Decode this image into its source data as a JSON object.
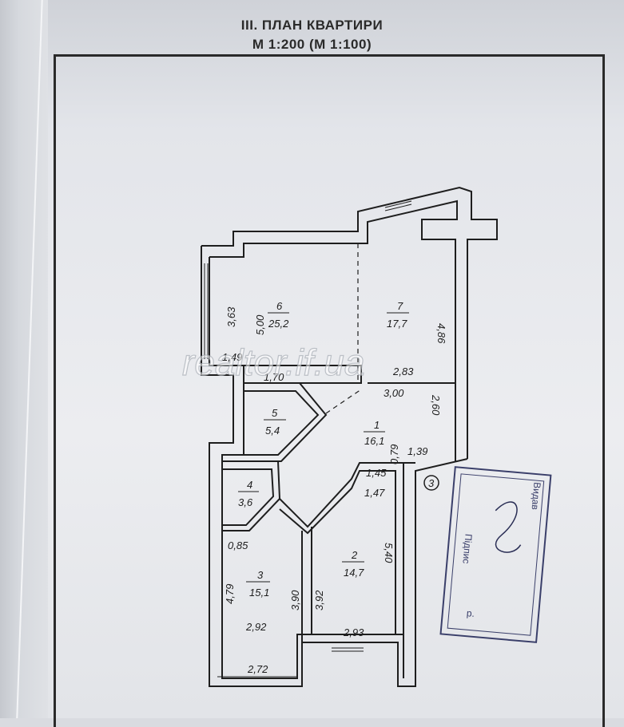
{
  "header": {
    "title": "III. ПЛАН КВАРТИРИ",
    "scale": "М 1:200 (М 1:100)"
  },
  "watermark": "realtor.if.ua",
  "rooms": [
    {
      "number": "1",
      "area": "16,1"
    },
    {
      "number": "2",
      "area": "14,7"
    },
    {
      "number": "3",
      "area": "15,1"
    },
    {
      "number": "4",
      "area": "3,6"
    },
    {
      "number": "5",
      "area": "5,4"
    },
    {
      "number": "6",
      "area": "25,2"
    },
    {
      "number": "7",
      "area": "17,7"
    }
  ],
  "dimensions": {
    "d363": "3,63",
    "d500": "5,00",
    "d149": "1,49",
    "d170": "1,70",
    "d486": "4,86",
    "d283": "2,83",
    "d300": "3,00",
    "d260": "2,60",
    "d139": "1,39",
    "d145": "1,45",
    "d079": "0,79",
    "d147": "1,47",
    "d085": "0,85",
    "d479": "4,79",
    "d390": "3,90",
    "d392": "3,92",
    "d540": "5,40",
    "d292": "2,92",
    "d293": "2,93",
    "d272": "2,72"
  },
  "marker": "3",
  "stamp": {
    "line1": "Видав",
    "line2": "Підпис",
    "line3": "р."
  },
  "colors": {
    "ink": "#1e1e1e",
    "paper": "#ecedf0",
    "stamp": "#3a3f6a"
  }
}
